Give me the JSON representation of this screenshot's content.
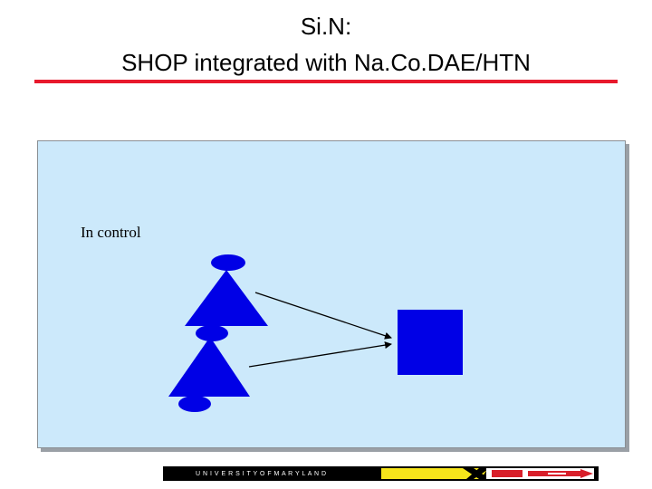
{
  "title_line1": "Si.N:",
  "title_line2": "SHOP integrated with Na.Co.DAE/HTN",
  "panel_label": "In control",
  "footer_text": "U N I V E R S I T Y O F M A R Y L A N D",
  "colors": {
    "accent_rule": "#e8192c",
    "panel_bg": "#cce9fb",
    "shape_fill": "#0000e6",
    "arrow": "#000000"
  }
}
